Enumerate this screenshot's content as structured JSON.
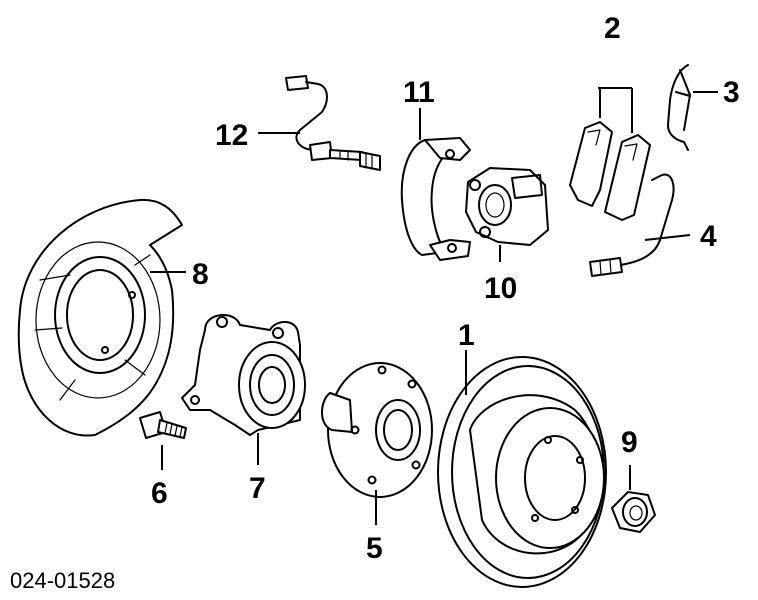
{
  "diagram": {
    "document_number": "024-01528",
    "callouts": [
      "1",
      "2",
      "3",
      "4",
      "5",
      "6",
      "7",
      "8",
      "9",
      "10",
      "11",
      "12"
    ]
  }
}
